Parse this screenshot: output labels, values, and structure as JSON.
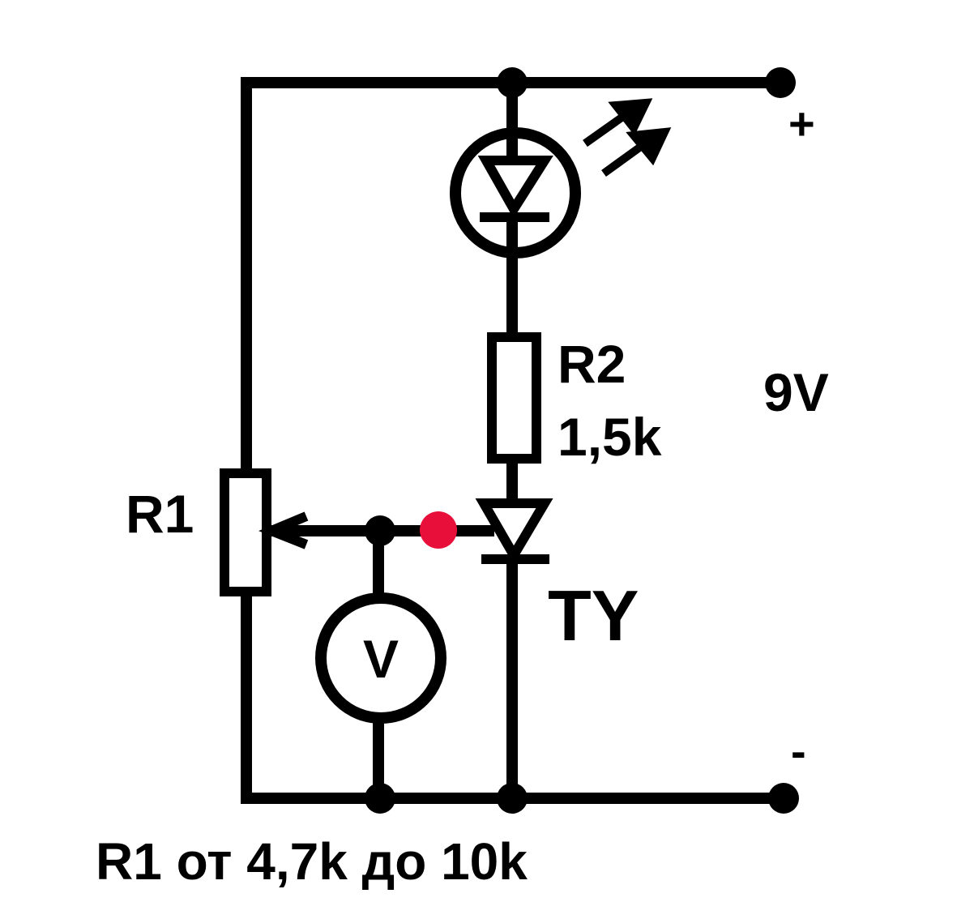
{
  "diagram": {
    "type": "circuit-schematic",
    "labels": {
      "r1": "R1",
      "r2_name": "R2",
      "r2_value": "1,5k",
      "supply": "9V",
      "thyristor": "TY",
      "plus": "+",
      "minus": "-",
      "voltmeter": "V",
      "caption": "R1 от 4,7k до 10k"
    },
    "colors": {
      "wire": "#000000",
      "marker": "#e8103a",
      "background": "#ffffff"
    }
  }
}
